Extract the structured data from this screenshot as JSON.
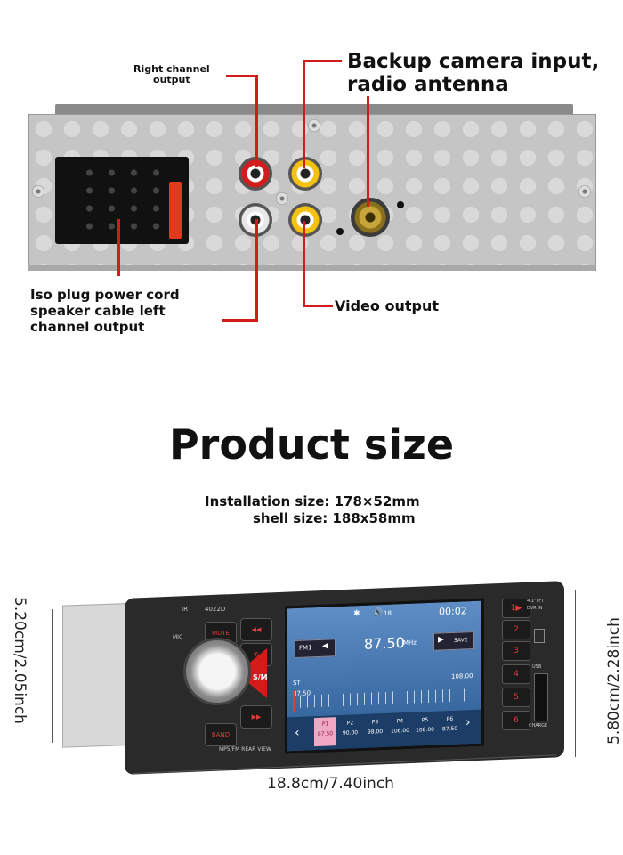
{
  "rear_panel": {
    "callouts": {
      "right_channel": "Right channel\noutput",
      "backup_camera": "Backup camera input,\nradio antenna",
      "iso_plug": "Iso plug power cord\nspeaker cable left\nchannel output",
      "video_output": "Video output"
    },
    "accent_color": "#d21b1b"
  },
  "product_size": {
    "title": "Product size",
    "installation_size": "Installation size: 178×52mm",
    "shell_size": "shell size: 188x58mm"
  },
  "unit": {
    "model": "4022D",
    "ir_label": "IR",
    "mic_label": "MIC",
    "mute_label": "MUTE",
    "sm_label": "S/M",
    "band_label": "BAND",
    "footer_label": "MP5/FM REAR VIEW",
    "tft_label": "4.1\"TFT",
    "dvr_label": "DVR IN",
    "usb_label": "USB",
    "charge_label": "CHARGE",
    "screen": {
      "bt_icon": "bluetooth-icon",
      "volume": "18",
      "time": "00:02",
      "band": "FM1",
      "frequency": "87.50",
      "unit": "MHz",
      "save_label": "SAVE",
      "stereo": "ST",
      "scale_start": "87.50",
      "scale_end": "108.00",
      "presets": [
        {
          "label": "P1",
          "freq": "87.50"
        },
        {
          "label": "P2",
          "freq": "90.00"
        },
        {
          "label": "P3",
          "freq": "98.00"
        },
        {
          "label": "P4",
          "freq": "106.00"
        },
        {
          "label": "P5",
          "freq": "108.00"
        },
        {
          "label": "P6",
          "freq": "87.50"
        }
      ]
    }
  },
  "dimensions": {
    "width": "18.8cm/7.40inch",
    "left_height": "5.20cm/2.05inch",
    "right_height": "5.80cm/2.28inch"
  }
}
